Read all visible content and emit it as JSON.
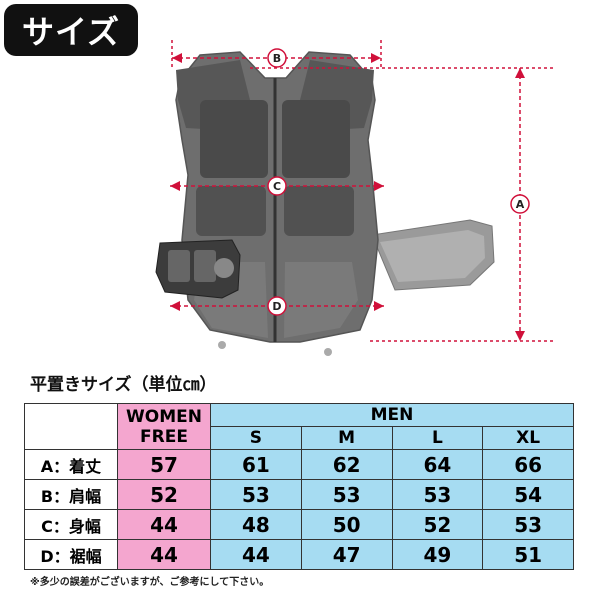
{
  "title": "サイズ",
  "diagram": {
    "labels": {
      "a": "A",
      "b": "B",
      "c": "C",
      "d": "D"
    }
  },
  "table": {
    "caption": "平置きサイズ（単位㎝）",
    "women_header": "WOMEN\nFREE",
    "women_header_l1": "WOMEN",
    "women_header_l2": "FREE",
    "men_header": "MEN",
    "men_sizes": [
      "S",
      "M",
      "L",
      "XL"
    ],
    "rows": [
      {
        "label": "A：着丈",
        "women": "57",
        "men": [
          "61",
          "62",
          "64",
          "66"
        ]
      },
      {
        "label": "B：肩幅",
        "women": "52",
        "men": [
          "53",
          "53",
          "53",
          "54"
        ]
      },
      {
        "label": "C：身幅",
        "women": "44",
        "men": [
          "48",
          "50",
          "52",
          "53"
        ]
      },
      {
        "label": "D：裾幅",
        "women": "44",
        "men": [
          "44",
          "47",
          "49",
          "51"
        ]
      }
    ]
  },
  "note": "※多少の誤差がございますが、ご参考にして下さい。",
  "colors": {
    "women_bg": "#f4a6cf",
    "men_bg": "#a6dcf2",
    "arrow": "#d0103a",
    "badge": "#111111"
  }
}
